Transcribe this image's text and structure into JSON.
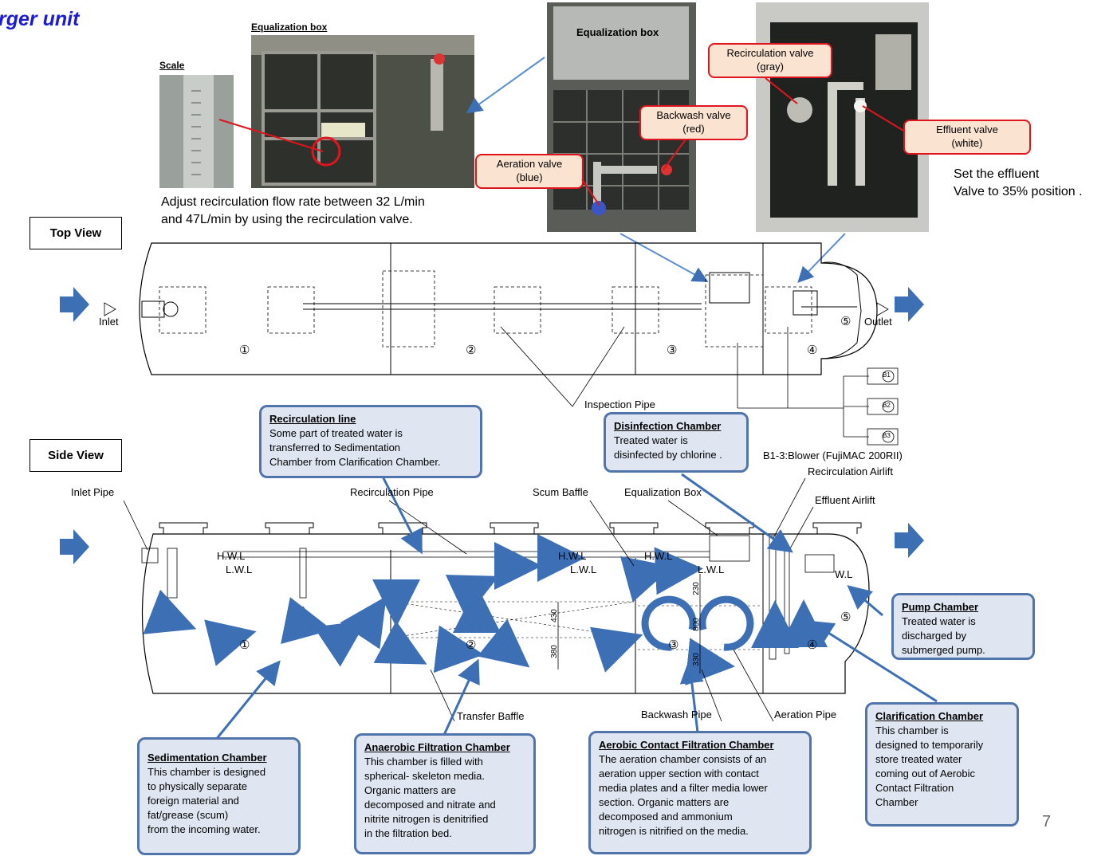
{
  "title": "rger unit",
  "photos": {
    "scale_label": "Scale",
    "equalization_label": "Equalization box",
    "equalization_label_2": "Equalization box",
    "recirc_caption_line1": "Adjust recirculation flow rate between 32 L/min",
    "recirc_caption_line2": "and 47L/min by using the recirculation valve.",
    "effluent_caption_line1": "Set the effluent",
    "effluent_caption_line2": "Valve to 35% position ."
  },
  "valves": {
    "aeration": {
      "name": "Aeration valve",
      "color": "(blue)"
    },
    "backwash": {
      "name": "Backwash valve",
      "color": "(red)"
    },
    "recirculation": {
      "name": "Recirculation valve",
      "color": "(gray)"
    },
    "effluent": {
      "name": "Effluent valve",
      "color": "(white)"
    }
  },
  "views": {
    "top": "Top View",
    "side": "Side View"
  },
  "top_view": {
    "inlet": "Inlet",
    "outlet": "Outlet",
    "inspection_pipe": "Inspection Pipe",
    "blower": "B1-3:Blower (FujiMAC 200RII)",
    "blowers": [
      "B1",
      "B2",
      "B3"
    ],
    "chambers": [
      "①",
      "②",
      "③",
      "④",
      "⑤"
    ]
  },
  "side_view": {
    "inlet_pipe": "Inlet Pipe",
    "recirculation_pipe": "Recirculation Pipe",
    "scum_baffle": "Scum Baffle",
    "equalization_box": "Equalization Box",
    "recirculation_airlift": "Recirculation Airlift",
    "effluent_airlift": "Effluent Airlift",
    "transfer_baffle": "Transfer Baffle",
    "backwash_pipe": "Backwash Pipe",
    "aeration_pipe": "Aeration Pipe",
    "hwl": "H.W.L",
    "lwl": "L.W.L",
    "wl": "W.L",
    "dims": [
      "430",
      "380",
      "230",
      "800",
      "330"
    ],
    "chambers": [
      "①",
      "②",
      "③",
      "④",
      "⑤"
    ]
  },
  "boxes": {
    "recirculation_line": {
      "title": "Recirculation line",
      "lines": [
        "Some part of  treated water is",
        "transferred to Sedimentation",
        "Chamber from Clarification Chamber."
      ]
    },
    "disinfection": {
      "title": "Disinfection Chamber",
      "lines": [
        "Treated water is",
        "disinfected by chlorine ."
      ]
    },
    "pump": {
      "title": "Pump Chamber",
      "lines": [
        "Treated water is",
        "discharged by",
        "submerged pump."
      ]
    },
    "clarification": {
      "title": "Clarification Chamber",
      "lines": [
        "This chamber is",
        "designed to temporarily",
        "store treated water",
        "coming out of Aerobic",
        "Contact Filtration",
        "Chamber"
      ]
    },
    "sedimentation": {
      "title": "Sedimentation Chamber",
      "lines": [
        "This chamber is designed",
        "to physically separate",
        "foreign material and",
        "fat/grease (scum)",
        "from the incoming water."
      ]
    },
    "anaerobic": {
      "title": "Anaerobic Filtration Chamber",
      "lines": [
        "This chamber is filled with",
        "spherical- skeleton media.",
        "Organic matters are",
        "decomposed and nitrate and",
        "nitrite nitrogen is denitrified",
        "in the filtration bed."
      ]
    },
    "aerobic": {
      "title": "Aerobic Contact Filtration Chamber",
      "lines": [
        "The aeration chamber consists of an",
        "aeration upper section with contact",
        "media plates and a filter media lower",
        "section. Organic matters are",
        "decomposed  and  ammonium",
        "nitrogen is nitrified on the media."
      ]
    }
  },
  "page_number": "7",
  "colors": {
    "title": "#1b1bd6",
    "callout_border": "#e0141c",
    "callout_fill": "#fbe3d1",
    "box_fill": "#dfe6f1",
    "box_border": "#5174aa",
    "arrow": "#3c6fb4"
  }
}
